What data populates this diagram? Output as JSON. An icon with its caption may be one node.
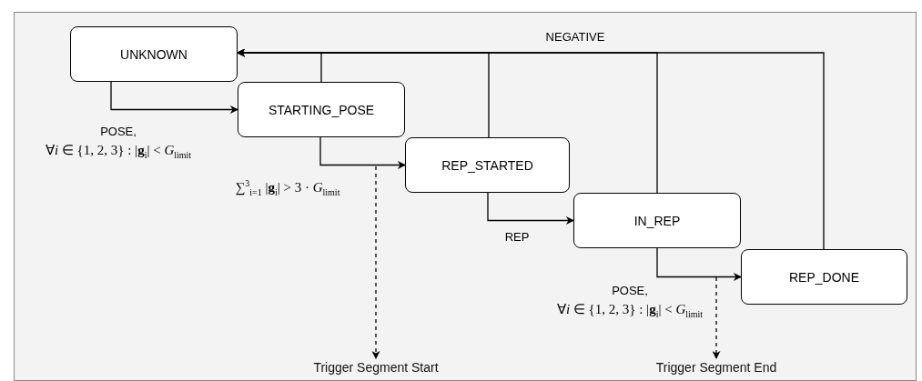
{
  "diagram": {
    "nodes": [
      {
        "text": [
          "UNKNOWN"
        ]
      },
      {
        "text": [
          "STARTING_POSE"
        ]
      },
      {
        "text": [
          "REP_STARTED"
        ]
      },
      {
        "text": [
          "IN_REP"
        ]
      },
      {
        "text": [
          "REP_DONE"
        ]
      },
      {
        "text": [
          "Trigger Segment Start"
        ]
      },
      {
        "text": [
          "Trigger Segment End"
        ]
      }
    ],
    "edges": [
      {
        "from": 0,
        "to": 1,
        "arrow": "to",
        "label": "POSE, ∀*i* ∈ {1, 2, 3} : |**g**$_{i}$| < *G*$_{limit}$"
      },
      {
        "from": 1,
        "to": 2,
        "arrow": "to",
        "label": "∑$^{3}$$_{i=1}$ |**g**$_{i}$| > 3 · *G*$_{limit}$"
      },
      {
        "from": 2,
        "to": 3,
        "arrow": "to",
        "label": "REP"
      },
      {
        "from": 3,
        "to": 4,
        "arrow": "to",
        "label": "POSE, ∀*i* ∈ {1, 2, 3} : |**g**$_{i}$| < *G*$_{limit}$"
      },
      {
        "from": 1,
        "to": 0,
        "arrow": "to"
      },
      {
        "from": 2,
        "to": 0,
        "arrow": "to"
      },
      {
        "from": 3,
        "to": 0,
        "arrow": "to"
      },
      {
        "from": 4,
        "to": 0,
        "arrow": "to",
        "label": "NEGATIVE"
      },
      {
        "from": null,
        "to": 5,
        "arrow": "to",
        "style": "dashed"
      },
      {
        "from": null,
        "to": 6,
        "arrow": "to",
        "style": "dashed"
      }
    ]
  }
}
